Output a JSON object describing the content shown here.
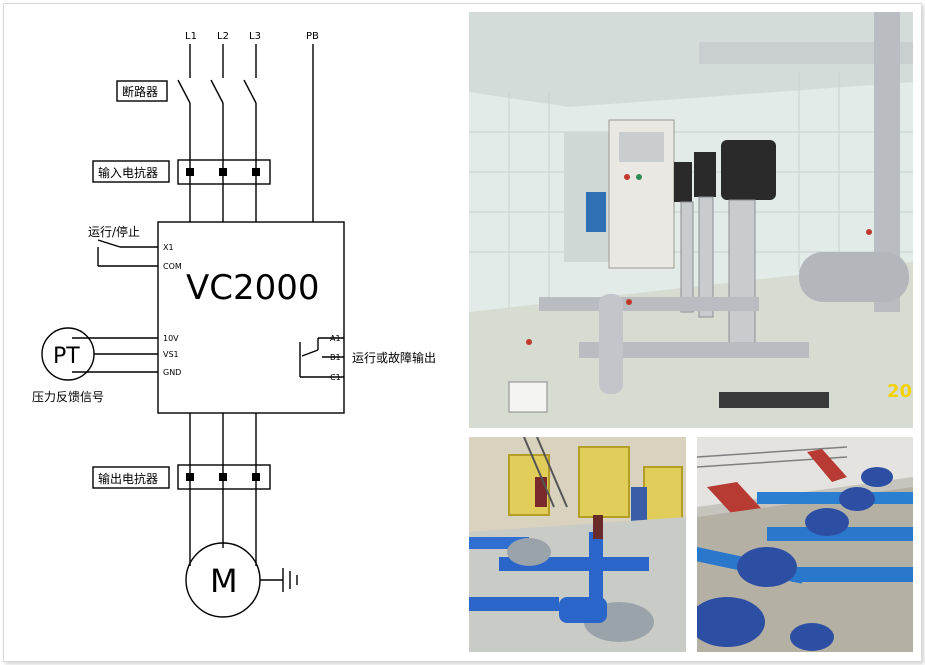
{
  "diagram": {
    "phases": [
      "L1",
      "L2",
      "L3"
    ],
    "pb": "PB",
    "breaker": "断路器",
    "input_reactor": "输入电抗器",
    "output_reactor": "输出电抗器",
    "run_stop": "运行/停止",
    "inverter": "VC2000",
    "terminals": {
      "x1": "X1",
      "com": "COM",
      "v10": "10V",
      "vs1": "VS1",
      "gnd": "GND",
      "a1": "A1",
      "b1": "B1",
      "c1": "C1"
    },
    "pt": "PT",
    "pressure_feedback": "压力反馈信号",
    "fault_output": "运行或故障输出",
    "motor": "M"
  },
  "photos": {
    "booster_room_stamp": "20"
  },
  "colors": {
    "wire": "#000000",
    "tile_wall": "#dfe7e4",
    "pump_blue": "#1e63c8",
    "pipe_steel": "#b9bcc0",
    "rail_red": "#c0392b",
    "grate_yellow": "#d8c24a",
    "date_stamp": "#f2d200"
  }
}
